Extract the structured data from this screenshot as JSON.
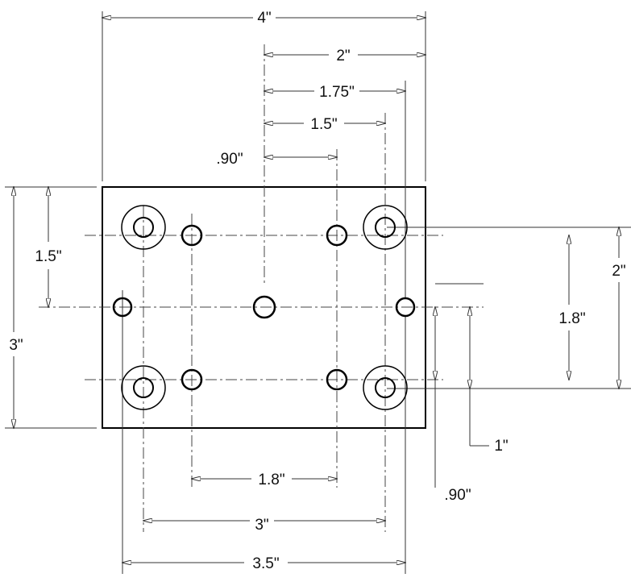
{
  "dimensions": {
    "overall_width": "4\"",
    "right_two": "2\"",
    "right_one_seventy_five": "1.75\"",
    "right_one_five": "1.5\"",
    "right_point_nine": ".90\"",
    "left_height": "3\"",
    "left_one_five": "1.5\"",
    "right_height": "2\"",
    "right_one_eight": "1.8\"",
    "right_one": "1\"",
    "right_point_nine_v": ".90\"",
    "bottom_one_eight": "1.8\"",
    "bottom_three": "3\"",
    "bottom_three_five": "3.5\""
  }
}
